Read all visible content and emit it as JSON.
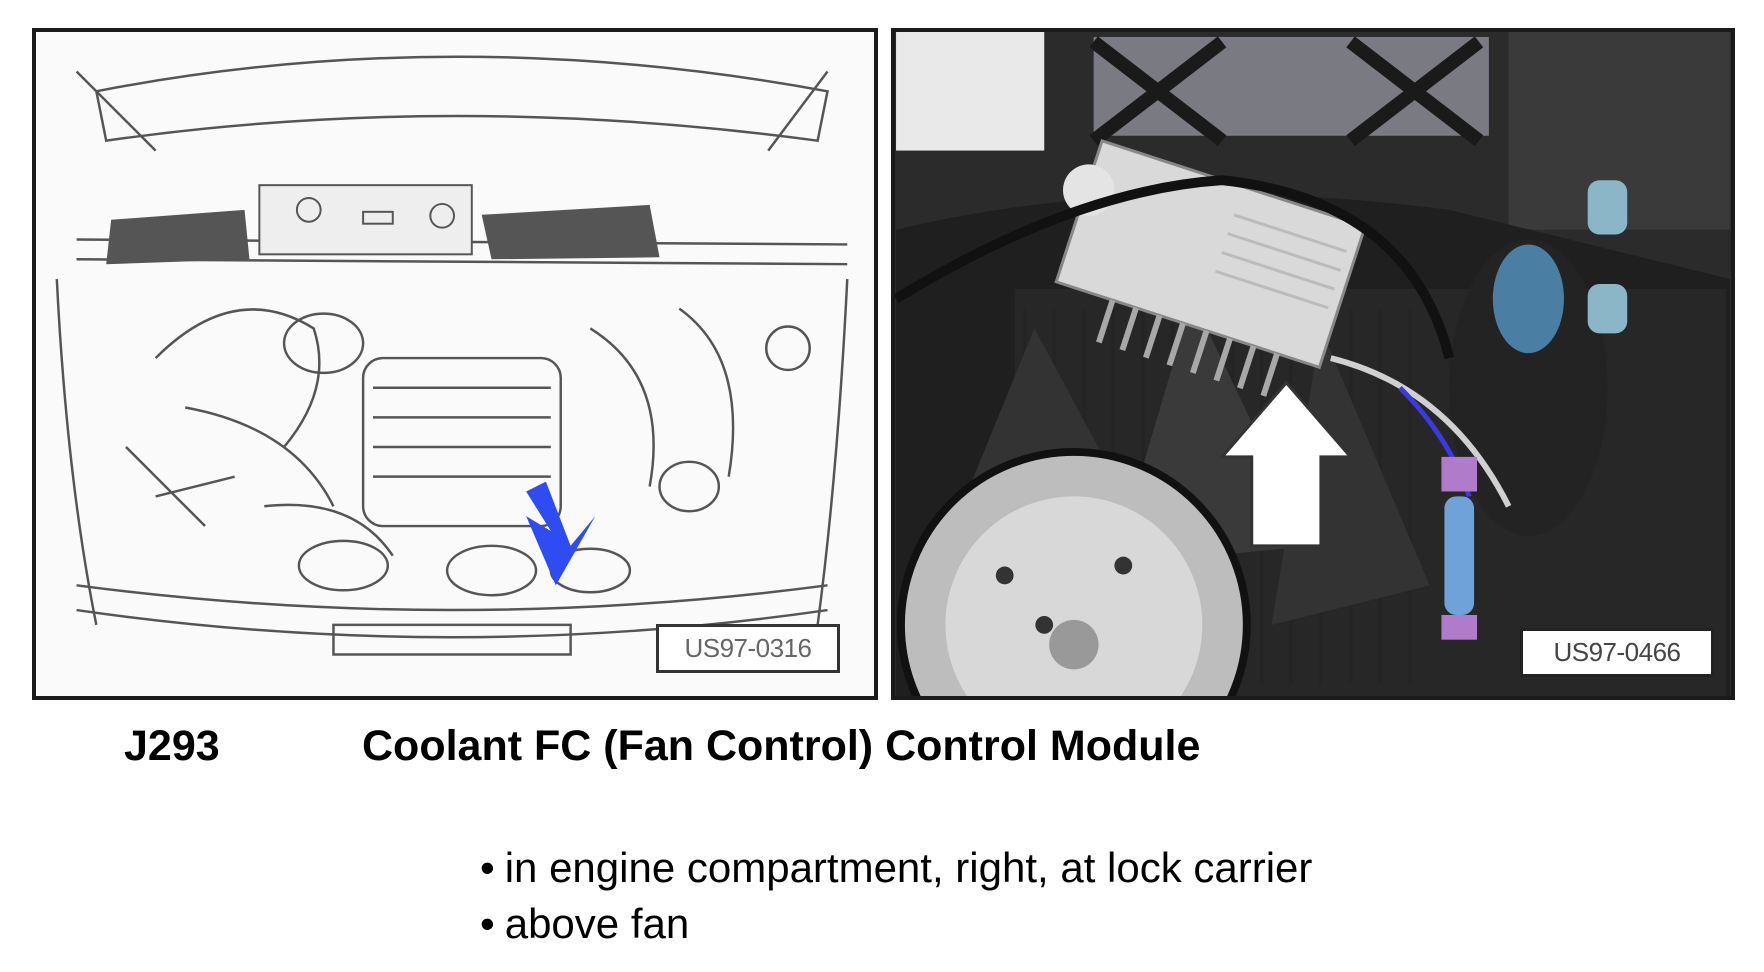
{
  "figures": [
    {
      "ref": "US97-0316"
    },
    {
      "ref": "US97-0466"
    }
  ],
  "component": {
    "code": "J293",
    "name": "Coolant FC (Fan Control) Control Module"
  },
  "locations": [
    "in engine compartment, right, at lock carrier",
    "above fan"
  ],
  "colors": {
    "pointer_arrow": "#2f4bf2"
  }
}
